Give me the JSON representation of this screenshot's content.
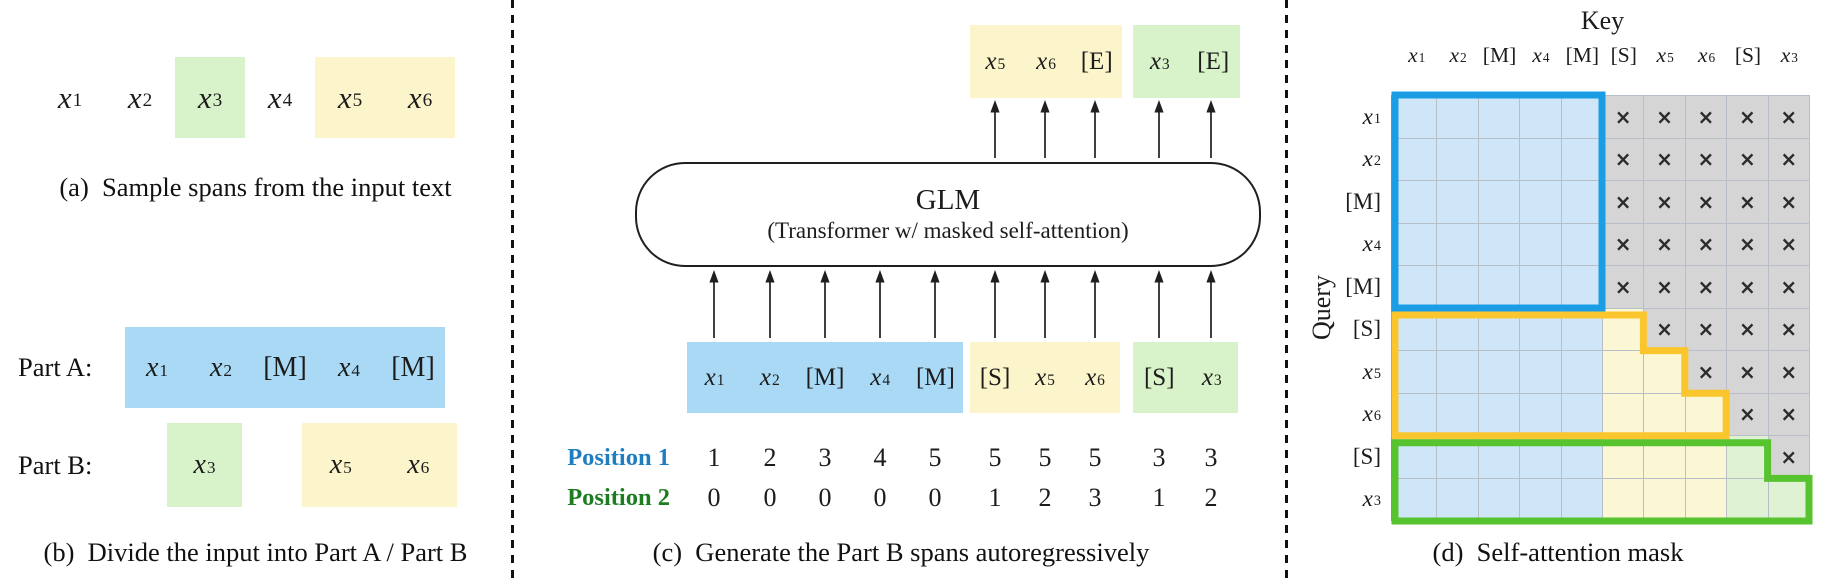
{
  "panel_a": {
    "caption": "(a)  Sample spans from the input text",
    "tokens": [
      {
        "t": "x_1",
        "hl": null
      },
      {
        "t": "x_2",
        "hl": null
      },
      {
        "t": "x_3",
        "hl": "green"
      },
      {
        "t": "x_4",
        "hl": null
      },
      {
        "t": "x_5",
        "hl": "yellow"
      },
      {
        "t": "x_6",
        "hl": "yellow"
      }
    ]
  },
  "panel_b": {
    "caption": "(b)  Divide the input into Part A / Part B",
    "part_a_label": "Part A:",
    "part_b_label": "Part B:",
    "part_a": {
      "tokens": [
        "x_1",
        "x_2",
        "[M]",
        "x_4",
        "[M]"
      ],
      "hl": "blue"
    },
    "part_b_spans": [
      {
        "tokens": [
          "x_3"
        ],
        "hl": "green"
      },
      {
        "tokens": [
          "x_5",
          "x_6"
        ],
        "hl": "yellow"
      }
    ]
  },
  "panel_c": {
    "caption": "(c)  Generate the Part B spans autoregressively",
    "glm_title": "GLM",
    "glm_subtitle": "(Transformer w/ masked self-attention)",
    "outputs": [
      {
        "tokens": [
          "x_5",
          "x_6",
          "[E]"
        ],
        "hl": "yellow"
      },
      {
        "tokens": [
          "x_3",
          "[E]"
        ],
        "hl": "green"
      }
    ],
    "inputs": [
      {
        "tokens": [
          "x_1",
          "x_2",
          "[M]",
          "x_4",
          "[M]"
        ],
        "hl": "blue"
      },
      {
        "tokens": [
          "[S]",
          "x_5",
          "x_6"
        ],
        "hl": "yellow"
      },
      {
        "tokens": [
          "[S]",
          "x_3"
        ],
        "hl": "green"
      }
    ],
    "position1": {
      "label": "Position 1",
      "values": [
        "1",
        "2",
        "3",
        "4",
        "5",
        "5",
        "5",
        "5",
        "3",
        "3"
      ]
    },
    "position2": {
      "label": "Position 2",
      "values": [
        "0",
        "0",
        "0",
        "0",
        "0",
        "1",
        "2",
        "3",
        "1",
        "2"
      ]
    }
  },
  "panel_d": {
    "caption": "(d)  Self-attention mask",
    "key_label": "Key",
    "query_label": "Query",
    "col_labels": [
      "x_1",
      "x_2",
      "[M]",
      "x_4",
      "[M]",
      "[S]",
      "x_5",
      "x_6",
      "[S]",
      "x_3"
    ],
    "cross_mark": "×",
    "rows": [
      {
        "label": "x_1",
        "cells": "bbbbbxxxxx"
      },
      {
        "label": "x_2",
        "cells": "bbbbbxxxxx"
      },
      {
        "label": "[M]",
        "cells": "bbbbbxxxxx"
      },
      {
        "label": "x_4",
        "cells": "bbbbbxxxxx"
      },
      {
        "label": "[M]",
        "cells": "bbbbbxxxxx"
      },
      {
        "label": "[S]",
        "cells": "bbbbbyxxxx"
      },
      {
        "label": "x_5",
        "cells": "bbbbbyyxxx"
      },
      {
        "label": "x_6",
        "cells": "bbbbbyyyxx"
      },
      {
        "label": "[S]",
        "cells": "bbbbbyyygx"
      },
      {
        "label": "x_3",
        "cells": "bbbbbyyygg"
      }
    ],
    "regions": [
      {
        "name": "part-a-region",
        "color_key": "border_blue",
        "row_start": 0,
        "widths": [
          5,
          5,
          5,
          5,
          5
        ]
      },
      {
        "name": "yellow-span-region",
        "color_key": "border_yellow",
        "row_start": 5,
        "widths": [
          6,
          7,
          8
        ]
      },
      {
        "name": "green-span-region",
        "color_key": "border_green",
        "row_start": 8,
        "widths": [
          9,
          10
        ]
      }
    ]
  },
  "colors": {
    "part_a_blue": "#a9d9f4",
    "span_yellow": "#fcf4ca",
    "span_green": "#d8f2ca",
    "mask_blue": "#cfe6f8",
    "mask_yellow": "#fbf6d4",
    "mask_green": "#dff3d4",
    "mask_gray": "#d5d5d5",
    "border_blue": "#1b9de6",
    "border_yellow": "#fbc62d",
    "border_green": "#57c32f",
    "position1_blue": "#1f7ec2",
    "position2_green": "#1e7d20"
  }
}
